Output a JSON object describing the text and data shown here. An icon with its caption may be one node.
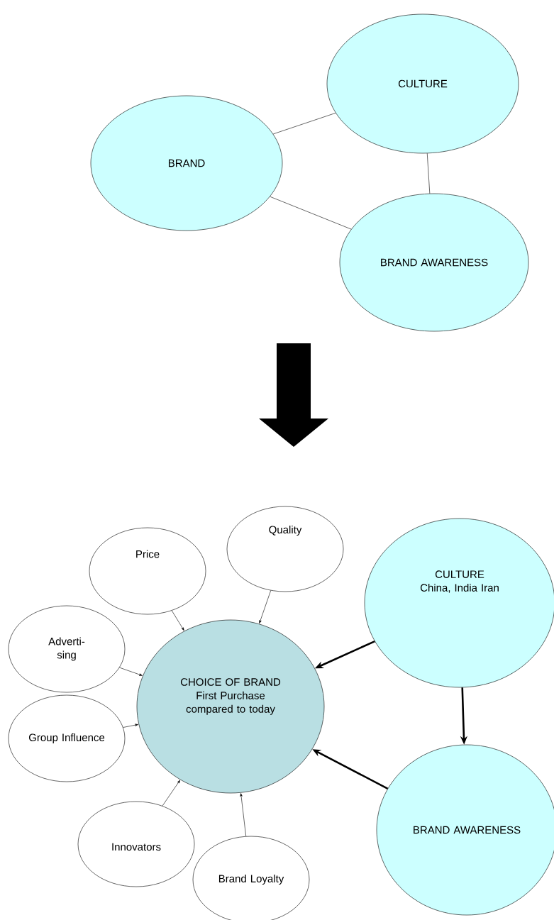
{
  "diagram": {
    "nodes": [
      {
        "text": [
          "BRAND"
        ]
      },
      {
        "text": [
          "CULTURE"
        ]
      },
      {
        "text": [
          "BRAND AWARENESS"
        ]
      },
      {
        "text": [
          "Quality"
        ]
      },
      {
        "text": [
          "Price"
        ]
      },
      {
        "text": [
          "Adverti- sing"
        ]
      },
      {
        "text": [
          "Group Influence"
        ]
      },
      {
        "text": [
          "CHOICE OF BRAND First Purchase compared to today"
        ]
      },
      {
        "text": [
          "CULTURE China, India Iran"
        ]
      },
      {
        "text": [
          "Innovators"
        ]
      },
      {
        "text": [
          "Brand Loyalty"
        ]
      },
      {
        "text": [
          "BRAND AWARENESS"
        ]
      }
    ],
    "edges": [
      {
        "from": 0,
        "to": 1,
        "arrow": "none"
      },
      {
        "from": 0,
        "to": 2,
        "arrow": "none"
      },
      {
        "from": 1,
        "to": 2,
        "arrow": "none"
      },
      {
        "from": 3,
        "to": 7,
        "arrow": "to"
      },
      {
        "from": 4,
        "to": 7,
        "arrow": "to"
      },
      {
        "from": 5,
        "to": 7,
        "arrow": "to"
      },
      {
        "from": 6,
        "to": 7,
        "arrow": "to"
      },
      {
        "from": 9,
        "to": 7,
        "arrow": "to"
      },
      {
        "from": 10,
        "to": 7,
        "arrow": "to"
      },
      {
        "from": 8,
        "to": 7,
        "arrow": "to",
        "style": "thick"
      },
      {
        "from": 8,
        "to": 11,
        "arrow": "to",
        "style": "thick"
      },
      {
        "from": 11,
        "to": 7,
        "arrow": "to",
        "style": "thick"
      }
    ]
  }
}
